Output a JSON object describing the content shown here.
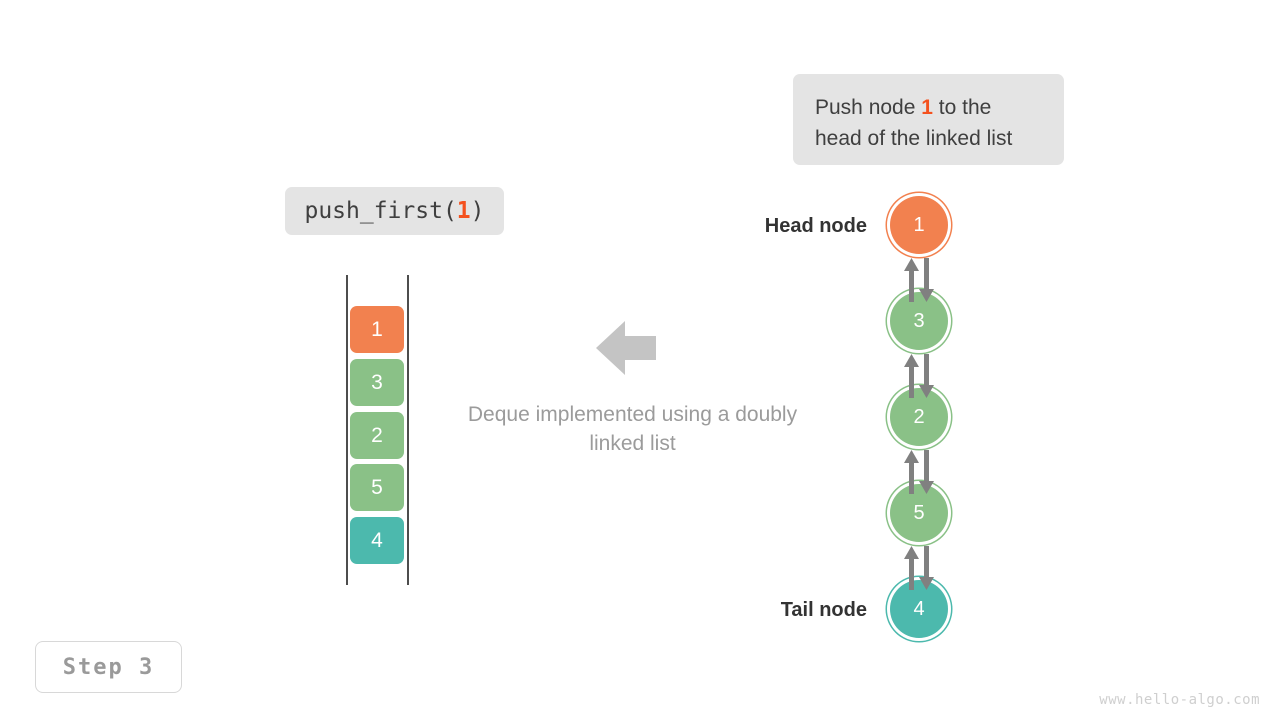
{
  "diagram": {
    "title_callout": {
      "prefix": "Push node ",
      "highlight": "1",
      "suffix": " to the head of the linked list"
    },
    "code_callout": {
      "prefix": "push_first(",
      "highlight": "1",
      "suffix": ")"
    },
    "center_note": "Deque implemented using a doubly linked list",
    "step_badge": "Step 3",
    "watermark": "www.hello-algo.com"
  },
  "deque_stack": {
    "cells": [
      {
        "value": "1",
        "color": "#f2814f"
      },
      {
        "value": "3",
        "color": "#8ac187"
      },
      {
        "value": "2",
        "color": "#8ac187"
      },
      {
        "value": "5",
        "color": "#8ac187"
      },
      {
        "value": "4",
        "color": "#4cb9ad"
      }
    ]
  },
  "linked_list": {
    "head_label": "Head node",
    "tail_label": "Tail node",
    "nodes": [
      {
        "value": "1",
        "color": "#f2814f"
      },
      {
        "value": "3",
        "color": "#8ac187"
      },
      {
        "value": "2",
        "color": "#8ac187"
      },
      {
        "value": "5",
        "color": "#8ac187"
      },
      {
        "value": "4",
        "color": "#4cb9ad"
      }
    ]
  },
  "colors": {
    "orange": "#f2814f",
    "green": "#8ac187",
    "teal": "#4cb9ad",
    "arrow_gray": "#808080",
    "callout_bg": "#e4e4e4",
    "muted_text": "#9b9b9b"
  }
}
